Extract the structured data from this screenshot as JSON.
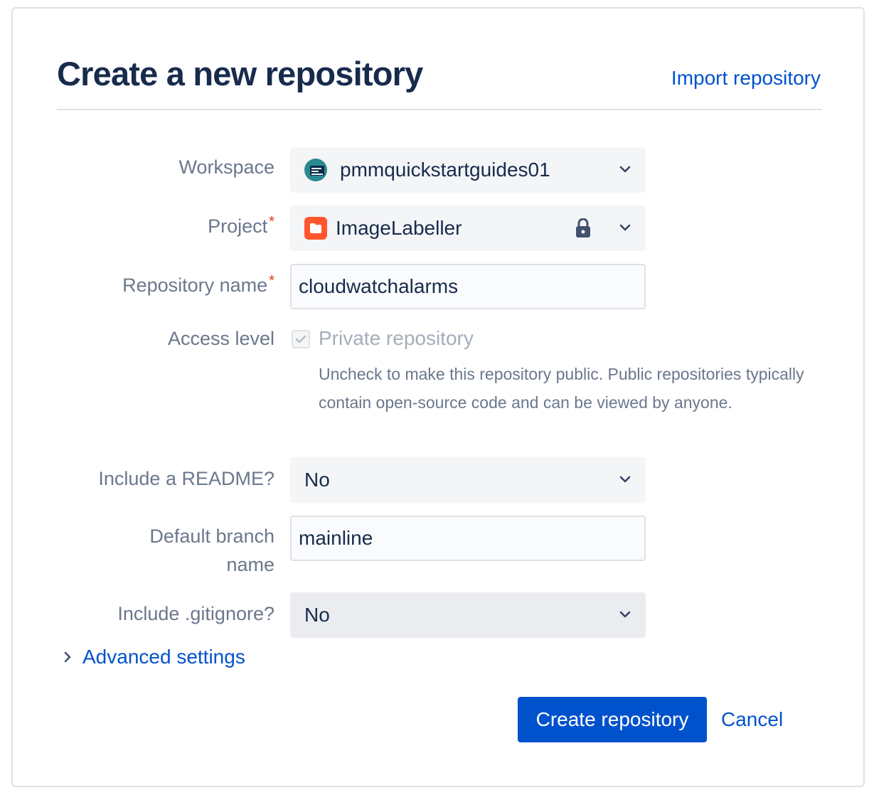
{
  "header": {
    "title": "Create a new repository",
    "import_link": "Import repository"
  },
  "form": {
    "workspace": {
      "label": "Workspace",
      "value": "pmmquickstartguides01"
    },
    "project": {
      "label": "Project",
      "required_mark": "*",
      "value": "ImageLabeller"
    },
    "repo_name": {
      "label": "Repository name",
      "required_mark": "*",
      "value": "cloudwatchalarms"
    },
    "access_level": {
      "label": "Access level",
      "checkbox_label": "Private repository",
      "checked": true,
      "help": "Uncheck to make this repository public. Public repositories typically contain open-source code and can be viewed by anyone."
    },
    "readme": {
      "label": "Include a README?",
      "value": "No"
    },
    "branch": {
      "label_line1": "Default branch",
      "label_line2": "name",
      "value": "mainline"
    },
    "gitignore": {
      "label": "Include .gitignore?",
      "value": "No"
    },
    "advanced": {
      "label": "Advanced settings"
    }
  },
  "actions": {
    "create": "Create repository",
    "cancel": "Cancel"
  },
  "colors": {
    "primary": "#0052cc",
    "required": "#de350b",
    "project_icon": "#ff5630",
    "workspace_avatar": "#2a8a8f"
  },
  "icons": {
    "workspace": "workspace-avatar-icon",
    "project": "folder-icon",
    "lock": "lock-icon",
    "dropdown": "chevron-down-icon",
    "advanced": "chevron-right-icon",
    "checkbox": "checkmark-icon"
  }
}
